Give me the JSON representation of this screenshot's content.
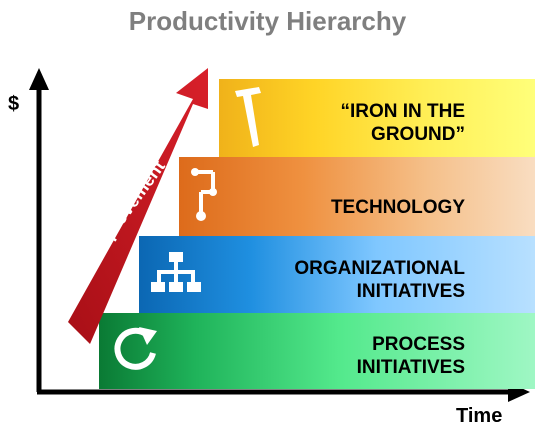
{
  "title": "Productivity Hierarchy",
  "axes": {
    "y_label": "$",
    "x_label": "Time"
  },
  "arrow": {
    "label": "Improvement",
    "color": "#c0141d"
  },
  "tiers": [
    {
      "line1": "“IRON IN THE",
      "line2": "GROUND”",
      "icon": "spike-icon",
      "color": "#ffd426"
    },
    {
      "line1": "TECHNOLOGY",
      "line2": "",
      "icon": "circuit-icon",
      "color": "#ef9140"
    },
    {
      "line1": "ORGANIZATIONAL",
      "line2": "INITIATIVES",
      "icon": "org-chart-icon",
      "color": "#1f8fe0"
    },
    {
      "line1": "PROCESS",
      "line2": "INITIATIVES",
      "icon": "refresh-cycle-icon",
      "color": "#1fb35a"
    }
  ]
}
